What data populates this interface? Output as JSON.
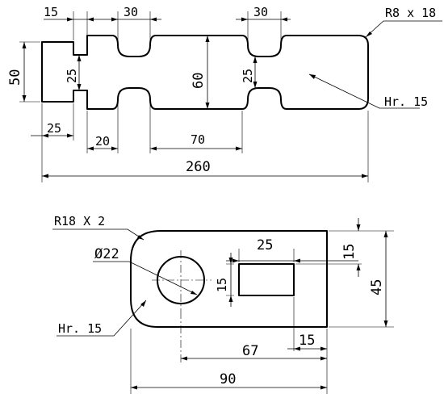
{
  "top_part": {
    "dims": {
      "w15": "15",
      "slot_w_left": "30",
      "slot_w_right": "30",
      "fillet": "R8 x 18",
      "height": "50",
      "neck_left": "25",
      "body_height": "60",
      "neck_right": "25",
      "thickness_note": "Hr. 15",
      "head_len": "25",
      "step": "20",
      "mid_len": "70",
      "total_len": "260"
    }
  },
  "bottom_part": {
    "dims": {
      "radius_note": "R18 X 2",
      "hole_dia": "Ø22",
      "rect_width": "25",
      "rect_offset_top": "15",
      "rect_height": "15",
      "overall_height": "45",
      "thickness_note": "Hr. 15",
      "hole_to_right": "67",
      "rect_offset_right": "15",
      "overall_width": "90"
    }
  }
}
